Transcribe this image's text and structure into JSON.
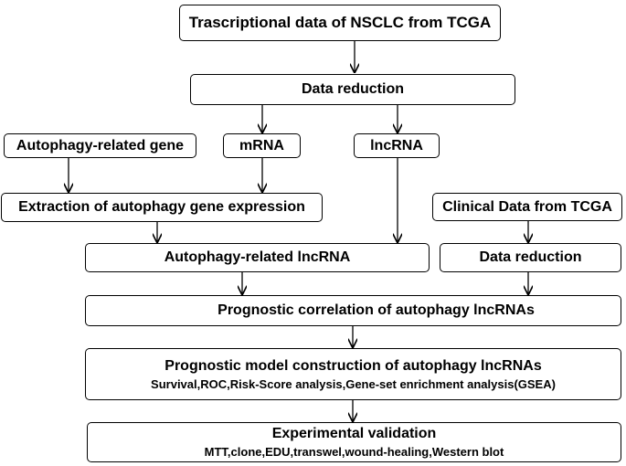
{
  "boxes": {
    "tcga_nsclc": "Trascriptional data of NSCLC from TCGA",
    "data_reduction_top": "Data reduction",
    "autophagy_gene": "Autophagy-related gene",
    "mrna": "mRNA",
    "lncrna": "lncRNA",
    "extraction": "Extraction of autophagy gene expression",
    "clinical_tcga": "Clinical Data from TCGA",
    "autophagy_lncrna": "Autophagy-related lncRNA",
    "data_reduction_right": "Data reduction",
    "prognostic_correlation": "Prognostic correlation of autophagy lncRNAs",
    "model_title": "Prognostic model construction of autophagy lncRNAs",
    "model_sub": "Survival,ROC,Risk-Score analysis,Gene-set enrichment analysis(GSEA)",
    "validation_title": "Experimental validation",
    "validation_sub": "MTT,clone,EDU,transwel,wound-healing,Western blot"
  },
  "colors": {
    "stroke": "#000000",
    "background": "#ffffff"
  }
}
